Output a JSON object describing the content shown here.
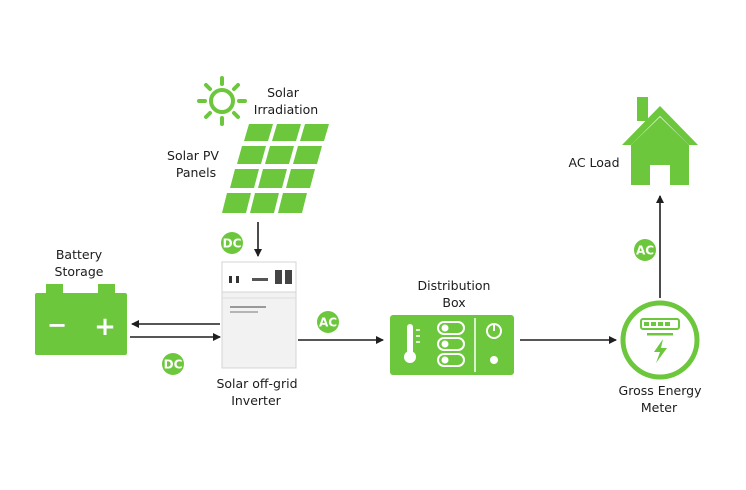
{
  "colors": {
    "green": "#6cc73d",
    "green_dark": "#4fa82a",
    "line": "#1f1f1f",
    "label": "#1c1c1c"
  },
  "labels": {
    "solar_irradiation": [
      "Solar",
      "Irradiation"
    ],
    "solar_pv_panels": [
      "Solar PV",
      "Panels"
    ],
    "battery_storage": [
      "Battery",
      "Storage"
    ],
    "inverter": [
      "Solar off-grid",
      "Inverter"
    ],
    "distribution_box": [
      "Distribution",
      "Box"
    ],
    "gross_energy_meter": [
      "Gross Energy",
      "Meter"
    ],
    "ac_load": "AC Load"
  },
  "badges": {
    "dc_top": "DC",
    "dc_bottom": "DC",
    "ac_middle": "AC",
    "ac_right": "AC"
  },
  "battery_signs": {
    "minus": "−",
    "plus": "+"
  },
  "icons": {
    "sun": "sun-icon",
    "panel": "solar-panel-icon",
    "battery": "battery-icon",
    "inverter": "inverter-icon",
    "distribution": "distribution-box-icon",
    "meter": "energy-meter-icon",
    "house": "house-icon"
  }
}
